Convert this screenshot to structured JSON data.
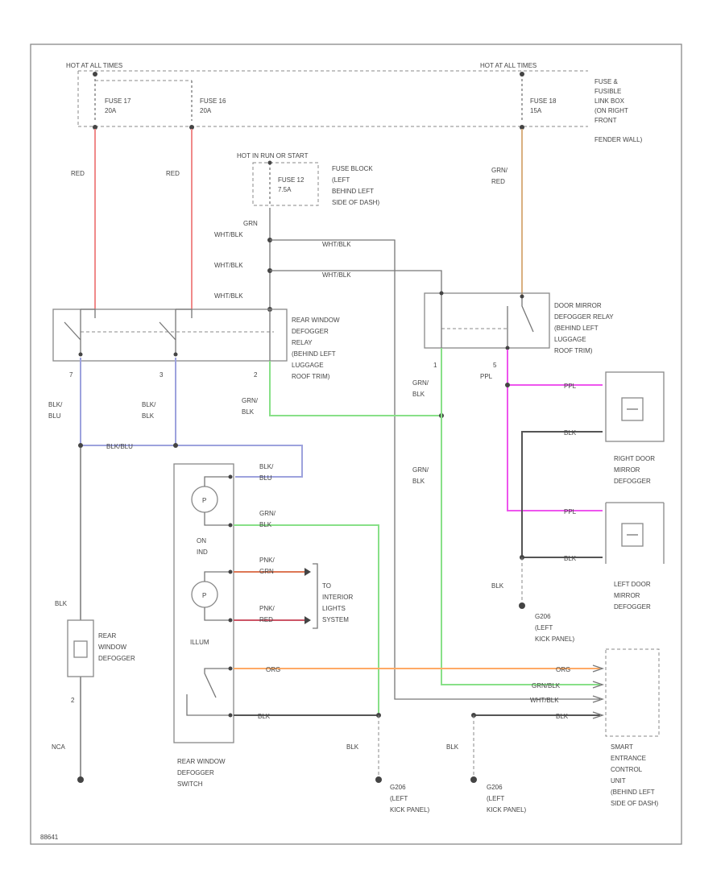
{
  "hot_left": "HOT AT ALL TIMES",
  "hot_right": "HOT AT ALL TIMES",
  "fuse17": [
    "FUSE 17",
    "20A"
  ],
  "fuse16": [
    "FUSE 16",
    "20A"
  ],
  "fuse18": [
    "FUSE 18",
    "15A"
  ],
  "fuse_box_label": [
    "FUSE &",
    "FUSIBLE",
    "LINK BOX",
    "(ON RIGHT",
    "FRONT",
    "FENDER WALL)"
  ],
  "hot_run": "HOT IN RUN OR START",
  "fuse12": [
    "FUSE 12",
    "7.5A"
  ],
  "fuse_block": [
    "FUSE BLOCK",
    "(LEFT",
    "BEHIND LEFT",
    "SIDE OF DASH)"
  ],
  "wire_labels": {
    "red1": "RED",
    "red2": "RED",
    "grn_red": [
      "GRN/",
      "RED"
    ],
    "grn_wht": "GRN",
    "wht_blk1": "WHT/BLK",
    "wht_blk2": "WHT/BLK",
    "wht_blk3": "WHT/BLK",
    "wht_blk_h1": "WHT/BLK",
    "wht_blk_h2": "WHT/BLK",
    "blu_blu": [
      "BLK/",
      "BLU"
    ],
    "blk_blk": [
      "BLK/",
      "BLK"
    ],
    "blk_blu_h": "BLK/BLU",
    "grn_blk1": [
      "GRN/",
      "BLK"
    ],
    "grn_blk2": [
      "GRN/",
      "BLK"
    ],
    "grn_blk3": [
      "GRN/",
      "BLK"
    ],
    "ppl1": "PPL",
    "ppl2": "PPL",
    "ppl3": "PPL",
    "blk_r1": "BLK",
    "blk_r2": "BLK",
    "blk_g1": "BLK",
    "blk_left": "BLK",
    "blk_mid": "BLK",
    "blk_mid2": "BLK",
    "blu_blk_sw": [
      "BLK/",
      "BLU"
    ],
    "grn_blk_sw": [
      "GRN/",
      "BLK"
    ],
    "pnk_grn": [
      "PNK/",
      "GRN"
    ],
    "pnk_red": [
      "PNK/",
      "RED"
    ],
    "org": "ORG",
    "org2": "ORG",
    "grn_blk_h": "GRN/BLK",
    "wht_blk_h3": "WHT/BLK",
    "blk_h": "BLK",
    "blk_sw": "BLK",
    "nca": "NCA"
  },
  "pins": {
    "p7": "7",
    "p3": "3",
    "p2": "2",
    "p1": "1",
    "p5": "5",
    "p2b": "2"
  },
  "rear_relay": [
    "REAR WINDOW",
    "DEFOGGER",
    "RELAY",
    "(BEHIND LEFT",
    "LUGGAGE",
    "ROOF TRIM)"
  ],
  "door_relay": [
    "DOOR MIRROR",
    "DEFOGGER RELAY",
    "(BEHIND LEFT",
    "LUGGAGE",
    "ROOF TRIM)"
  ],
  "right_mirror": [
    "RIGHT DOOR",
    "MIRROR",
    "DEFOGGER"
  ],
  "left_mirror": [
    "LEFT DOOR",
    "MIRROR",
    "DEFOGGER"
  ],
  "g_right": [
    "G206",
    "(LEFT",
    "KICK PANEL)"
  ],
  "rear_defogger": [
    "REAR",
    "WINDOW",
    "DEFOGGER"
  ],
  "on_ind": [
    "ON",
    "IND"
  ],
  "illum": "ILLUM",
  "to_lights": [
    "TO",
    "INTERIOR",
    "LIGHTS",
    "SYSTEM"
  ],
  "switch_label": [
    "REAR WINDOW",
    "DEFOGGER",
    "SWITCH"
  ],
  "g_mid1": [
    "G206",
    "(LEFT",
    "KICK PANEL)"
  ],
  "g_mid2": [
    "G206",
    "(LEFT",
    "KICK PANEL)"
  ],
  "smart_unit": [
    "SMART",
    "ENTRANCE",
    "CONTROL",
    "UNIT",
    "(BEHIND LEFT",
    "SIDE OF DASH)"
  ],
  "diagram_id": "88641",
  "colors": {
    "red": "#f08a8a",
    "orange_wire": "#d9b080",
    "blue": "#9da2dd",
    "green": "#88e088",
    "magenta": "#ee55ee",
    "orange": "#ffaa66",
    "dark": "#555555",
    "gray": "#999999",
    "pnk_red_wire": "#cc5566",
    "pnk_grn_wire": "#dd7755"
  }
}
